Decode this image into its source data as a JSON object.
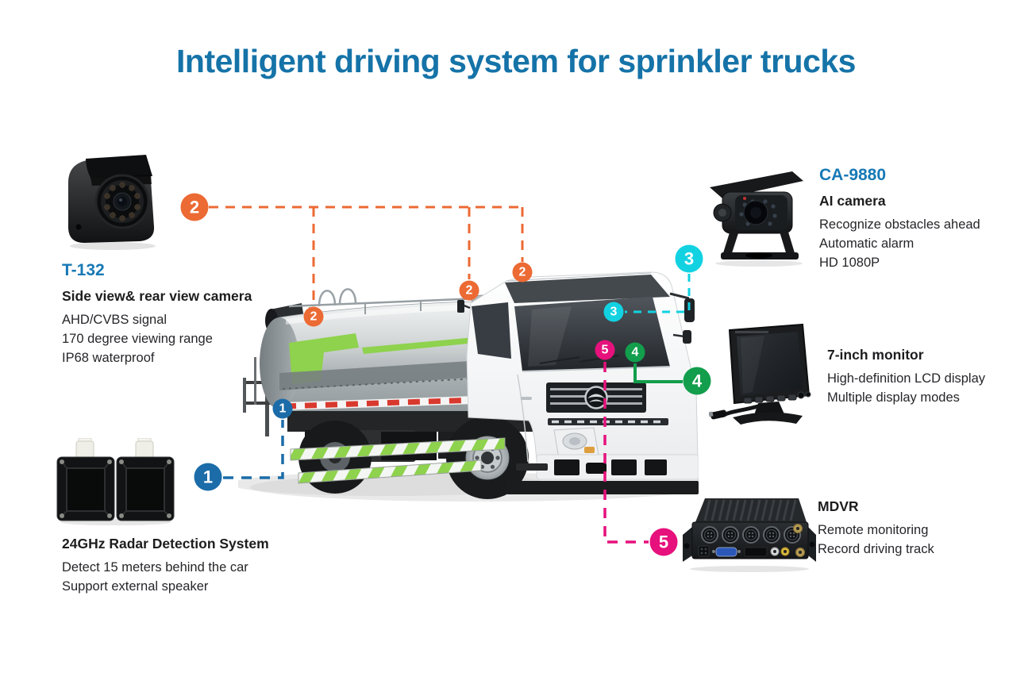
{
  "title": "Intelligent driving system for sprinkler trucks",
  "products": {
    "side_camera": {
      "marker": "2",
      "model": "T-132",
      "name": "Side view& rear view camera",
      "features": [
        "AHD/CVBS signal",
        "170 degree viewing range",
        "IP68 waterproof"
      ]
    },
    "ai_camera": {
      "marker": "3",
      "model": "CA-9880",
      "name": "AI camera",
      "features": [
        "Recognize obstacles ahead",
        "Automatic alarm",
        "HD 1080P"
      ]
    },
    "monitor": {
      "marker": "4",
      "name": "7-inch monitor",
      "features": [
        "High-definition LCD display",
        "Multiple display modes"
      ]
    },
    "radar": {
      "marker": "1",
      "name": "24GHz Radar Detection System",
      "features": [
        "Detect 15 meters behind the car",
        "Support external speaker"
      ]
    },
    "mdvr": {
      "marker": "5",
      "name": "MDVR",
      "features": [
        "Remote monitoring",
        "Record driving track"
      ]
    }
  },
  "colors": {
    "title_blue": "#1573A8",
    "model_blue": "#1779B5",
    "marker_orange": "#EC6A33",
    "marker_cyan": "#12D2E2",
    "marker_green": "#129E4C",
    "marker_blue": "#1B6CA8",
    "marker_pink": "#E6117C",
    "text_dark": "#1D1D1F"
  }
}
